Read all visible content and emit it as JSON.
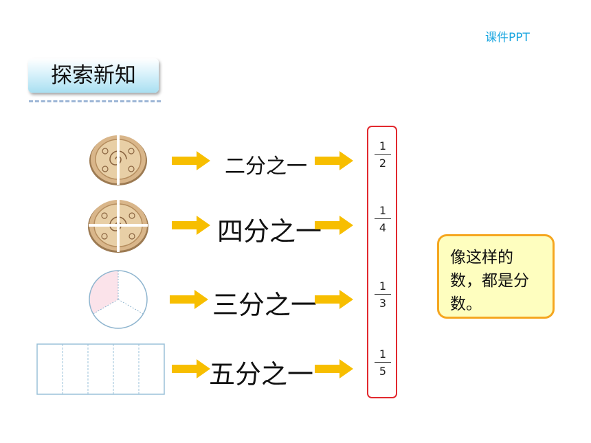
{
  "watermark": "课件PPT",
  "section_title": "探索新知",
  "rows": [
    {
      "label": "二分之一",
      "fraction": {
        "numerator": "1",
        "denominator": "2"
      },
      "shape": "cookie-halves-icon"
    },
    {
      "label": "四分之一",
      "fraction": {
        "numerator": "1",
        "denominator": "4"
      },
      "shape": "cookie-quarters-icon"
    },
    {
      "label": "三分之一",
      "fraction": {
        "numerator": "1",
        "denominator": "3"
      },
      "shape": "circle-thirds-icon"
    },
    {
      "label": "五分之一",
      "fraction": {
        "numerator": "1",
        "denominator": "5"
      },
      "shape": "rectangle-fifths-icon"
    }
  ],
  "note": "像这样的数，都是分数。",
  "colors": {
    "arrow": "#f7be00",
    "fraction_border": "#e2282e",
    "note_border": "#f5a61f",
    "note_fill": "#fefebf",
    "watermark": "#1aa6e0"
  }
}
